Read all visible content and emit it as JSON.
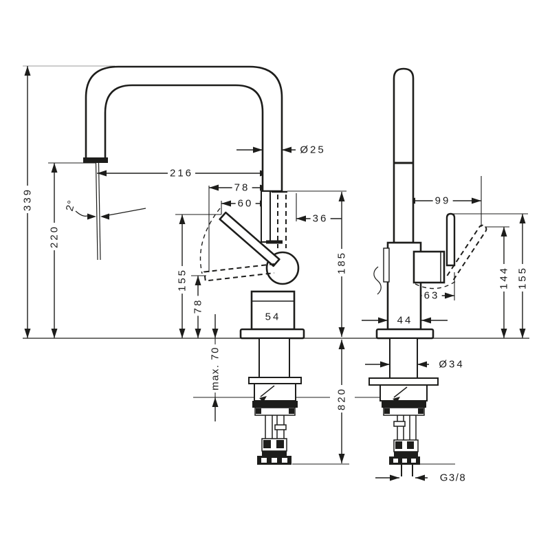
{
  "diagram": {
    "background": "#ffffff",
    "line_color": "#1d1d1b",
    "side_view": {
      "overall_height": "339",
      "spout_outlet_height": "220",
      "spout_reach": "216",
      "stream_angle": "2°",
      "spout_diameter": "Ø25",
      "handle_forward_reach": "78",
      "handle_upright_reach": "60",
      "handle_rear_offset": "36",
      "handle_tip_height": "155",
      "handle_down_height": "78",
      "base_diameter": "54",
      "body_top_height": "185",
      "max_counter_thickness": "max. 70",
      "hose_drop_length": "820"
    },
    "front_view": {
      "handle_side_reach": "99",
      "handle_swing_height": "144",
      "handle_top_height": "155",
      "handle_block_offset": "63",
      "body_width": "44",
      "shank_diameter": "Ø34",
      "supply_connection": "G3/8"
    }
  }
}
